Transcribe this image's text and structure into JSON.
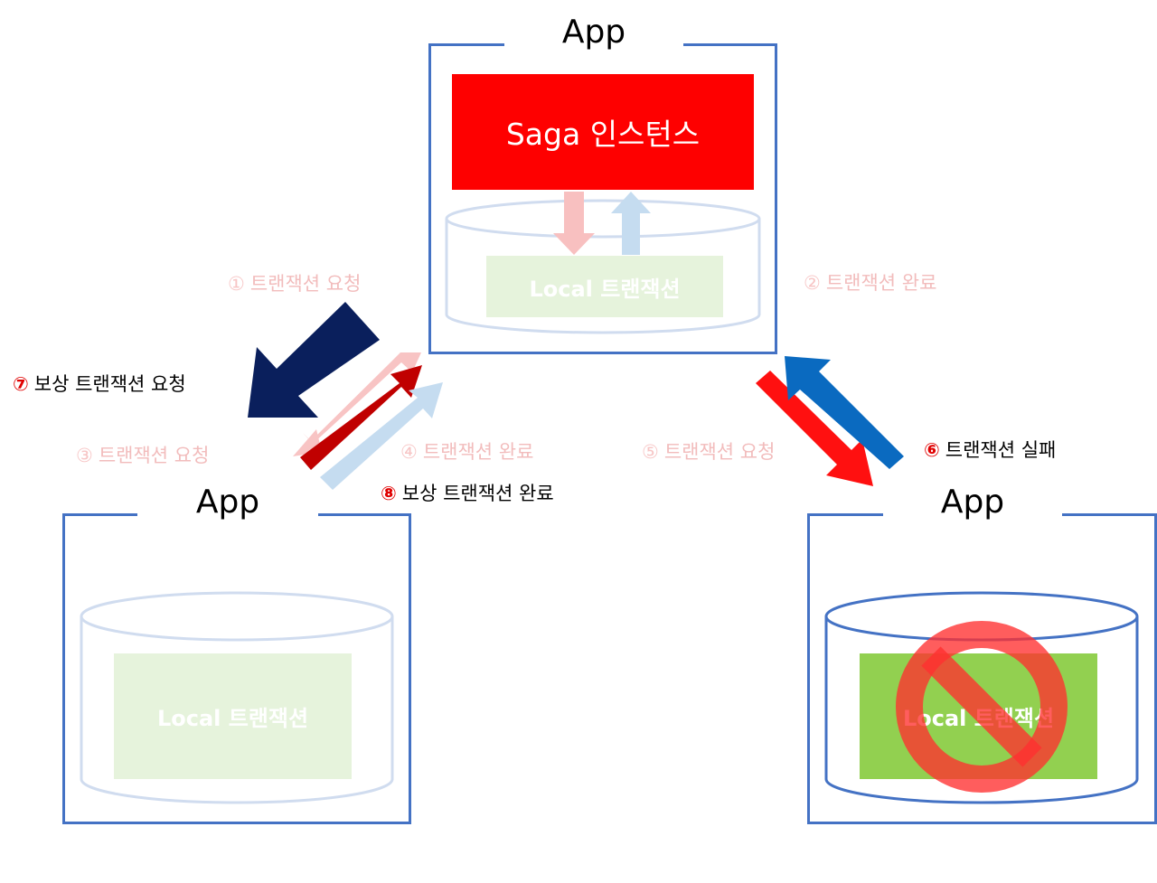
{
  "top_app": {
    "title": "App",
    "saga_label": "Saga 인스턴스",
    "local_label": "Local 트랜잭션"
  },
  "left_app": {
    "title": "App",
    "local_label": "Local 트랜잭션"
  },
  "right_app": {
    "title": "App",
    "local_label": "Local 트랜잭션"
  },
  "steps": [
    {
      "num": "①",
      "text": "트랜잭션 요청"
    },
    {
      "num": "②",
      "text": "트랜잭션 완료"
    },
    {
      "num": "③",
      "text": "트랜잭션 요청"
    },
    {
      "num": "④",
      "text": "트랜잭션 완료"
    },
    {
      "num": "⑤",
      "text": "트랜잭션 요청"
    },
    {
      "num": "⑥",
      "text": "트랜잭션 실패"
    },
    {
      "num": "⑦",
      "text": "보상 트랜잭션 요청"
    },
    {
      "num": "⑧",
      "text": "보상 트랜잭션 완료"
    }
  ],
  "colors": {
    "box_border": "#4472c4",
    "saga_red": "#fe0000",
    "navy": "#0a1f5c",
    "dark_red": "#c00000",
    "pink": "#f8c4c4",
    "light_blue": "#c5dcf0",
    "blue": "#0a6ac0",
    "red_arrow": "#ff1010",
    "faded_green": "#e6f3dc",
    "green": "#92d050",
    "prohibited": "#ff4040"
  },
  "icons": {
    "failure": "prohibited-icon"
  }
}
